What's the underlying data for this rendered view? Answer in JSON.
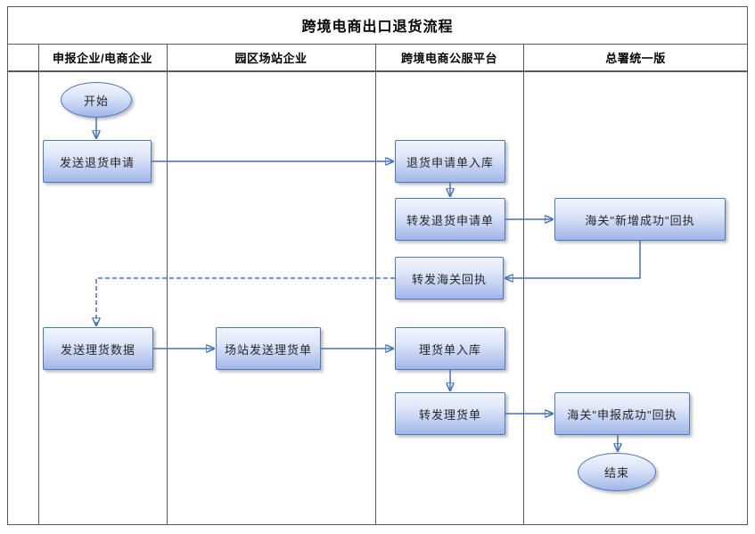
{
  "title": "跨境电商出口退货流程",
  "lanes": [
    {
      "label": "申报企业/电商企业"
    },
    {
      "label": "园区场站企业"
    },
    {
      "label": "跨境电商公服平台"
    },
    {
      "label": "总署统一版"
    }
  ],
  "nodes": {
    "start": {
      "label": "开始",
      "type": "terminator",
      "lane": "申报企业/电商企业"
    },
    "send_return_request": {
      "label": "发送退货申请",
      "type": "process",
      "lane": "申报企业/电商企业"
    },
    "return_request_store": {
      "label": "退货申请单入库",
      "type": "process",
      "lane": "跨境电商公服平台"
    },
    "forward_return_request": {
      "label": "转发退货申请单",
      "type": "process",
      "lane": "跨境电商公服平台"
    },
    "customs_add_receipt": {
      "label": "海关\"新增成功\"回执",
      "type": "process",
      "lane": "总署统一版"
    },
    "forward_customs_receipt": {
      "label": "转发海关回执",
      "type": "process",
      "lane": "跨境电商公服平台"
    },
    "send_tally_data": {
      "label": "发送理货数据",
      "type": "process",
      "lane": "申报企业/电商企业"
    },
    "station_send_tally": {
      "label": "场站发送理货单",
      "type": "process",
      "lane": "园区场站企业"
    },
    "tally_store": {
      "label": "理货单入库",
      "type": "process",
      "lane": "跨境电商公服平台"
    },
    "forward_tally": {
      "label": "转发理货单",
      "type": "process",
      "lane": "跨境电商公服平台"
    },
    "customs_declare_receipt": {
      "label": "海关\"申报成功\"回执",
      "type": "process",
      "lane": "总署统一版"
    },
    "end": {
      "label": "结束",
      "type": "terminator",
      "lane": "总署统一版"
    }
  },
  "edges": [
    {
      "from": "start",
      "to": "send_return_request",
      "style": "solid"
    },
    {
      "from": "send_return_request",
      "to": "return_request_store",
      "style": "solid"
    },
    {
      "from": "return_request_store",
      "to": "forward_return_request",
      "style": "solid"
    },
    {
      "from": "forward_return_request",
      "to": "customs_add_receipt",
      "style": "solid"
    },
    {
      "from": "customs_add_receipt",
      "to": "forward_customs_receipt",
      "style": "solid"
    },
    {
      "from": "forward_customs_receipt",
      "to": "send_tally_data",
      "style": "dashed"
    },
    {
      "from": "send_tally_data",
      "to": "station_send_tally",
      "style": "solid"
    },
    {
      "from": "station_send_tally",
      "to": "tally_store",
      "style": "solid"
    },
    {
      "from": "tally_store",
      "to": "forward_tally",
      "style": "solid"
    },
    {
      "from": "forward_tally",
      "to": "customs_declare_receipt",
      "style": "solid"
    },
    {
      "from": "customs_declare_receipt",
      "to": "end",
      "style": "solid"
    }
  ],
  "colors": {
    "shape_border": "#4c78c0",
    "shape_fill_top": "#f2f5fd",
    "shape_fill_bottom": "#9fb4e8",
    "connector": "#4472c4",
    "grid_line": "#5a5a5a",
    "text": "#262626"
  }
}
